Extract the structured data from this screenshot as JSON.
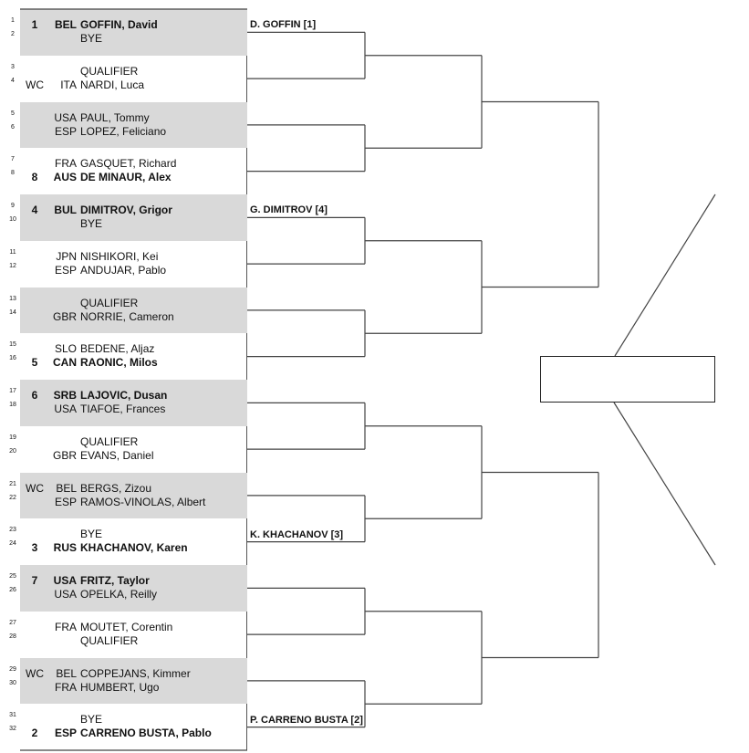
{
  "draw": [
    {
      "num": "1",
      "seed": "1",
      "country": "BEL",
      "name": "GOFFIN, David",
      "bold": true
    },
    {
      "num": "2",
      "seed": "",
      "country": "",
      "name": "BYE",
      "bold": false
    },
    {
      "num": "3",
      "seed": "",
      "country": "",
      "name": "QUALIFIER",
      "bold": false
    },
    {
      "num": "4",
      "seed": "WC",
      "country": "ITA",
      "name": "NARDI, Luca",
      "bold": false
    },
    {
      "num": "5",
      "seed": "",
      "country": "USA",
      "name": "PAUL, Tommy",
      "bold": false
    },
    {
      "num": "6",
      "seed": "",
      "country": "ESP",
      "name": "LOPEZ, Feliciano",
      "bold": false
    },
    {
      "num": "7",
      "seed": "",
      "country": "FRA",
      "name": "GASQUET, Richard",
      "bold": false
    },
    {
      "num": "8",
      "seed": "8",
      "country": "AUS",
      "name": "DE MINAUR, Alex",
      "bold": true
    },
    {
      "num": "9",
      "seed": "4",
      "country": "BUL",
      "name": "DIMITROV, Grigor",
      "bold": true
    },
    {
      "num": "10",
      "seed": "",
      "country": "",
      "name": "BYE",
      "bold": false
    },
    {
      "num": "11",
      "seed": "",
      "country": "JPN",
      "name": "NISHIKORI, Kei",
      "bold": false
    },
    {
      "num": "12",
      "seed": "",
      "country": "ESP",
      "name": "ANDUJAR, Pablo",
      "bold": false
    },
    {
      "num": "13",
      "seed": "",
      "country": "",
      "name": "QUALIFIER",
      "bold": false
    },
    {
      "num": "14",
      "seed": "",
      "country": "GBR",
      "name": "NORRIE, Cameron",
      "bold": false
    },
    {
      "num": "15",
      "seed": "",
      "country": "SLO",
      "name": "BEDENE, Aljaz",
      "bold": false
    },
    {
      "num": "16",
      "seed": "5",
      "country": "CAN",
      "name": "RAONIC, Milos",
      "bold": true
    },
    {
      "num": "17",
      "seed": "6",
      "country": "SRB",
      "name": "LAJOVIC, Dusan",
      "bold": true
    },
    {
      "num": "18",
      "seed": "",
      "country": "USA",
      "name": "TIAFOE, Frances",
      "bold": false
    },
    {
      "num": "19",
      "seed": "",
      "country": "",
      "name": "QUALIFIER",
      "bold": false
    },
    {
      "num": "20",
      "seed": "",
      "country": "GBR",
      "name": "EVANS, Daniel",
      "bold": false
    },
    {
      "num": "21",
      "seed": "WC",
      "country": "BEL",
      "name": "BERGS, Zizou",
      "bold": false
    },
    {
      "num": "22",
      "seed": "",
      "country": "ESP",
      "name": "RAMOS-VINOLAS, Albert",
      "bold": false
    },
    {
      "num": "23",
      "seed": "",
      "country": "",
      "name": "BYE",
      "bold": false
    },
    {
      "num": "24",
      "seed": "3",
      "country": "RUS",
      "name": "KHACHANOV, Karen",
      "bold": true
    },
    {
      "num": "25",
      "seed": "7",
      "country": "USA",
      "name": "FRITZ, Taylor",
      "bold": true
    },
    {
      "num": "26",
      "seed": "",
      "country": "USA",
      "name": "OPELKA, Reilly",
      "bold": false
    },
    {
      "num": "27",
      "seed": "",
      "country": "FRA",
      "name": "MOUTET, Corentin",
      "bold": false
    },
    {
      "num": "28",
      "seed": "",
      "country": "",
      "name": "QUALIFIER",
      "bold": false
    },
    {
      "num": "29",
      "seed": "WC",
      "country": "BEL",
      "name": "COPPEJANS, Kimmer",
      "bold": false
    },
    {
      "num": "30",
      "seed": "",
      "country": "FRA",
      "name": "HUMBERT, Ugo",
      "bold": false
    },
    {
      "num": "31",
      "seed": "",
      "country": "",
      "name": "BYE",
      "bold": false
    },
    {
      "num": "32",
      "seed": "2",
      "country": "ESP",
      "name": "CARRENO BUSTA, Pablo",
      "bold": true
    }
  ],
  "second_round": [
    {
      "match": 1,
      "label": "D. GOFFIN [1]"
    },
    {
      "match": 5,
      "label": "G. DIMITROV [4]"
    },
    {
      "match": 12,
      "label": "K. KHACHANOV [3]"
    },
    {
      "match": 16,
      "label": "P. CARRENO BUSTA [2]"
    }
  ],
  "final": {
    "label": ""
  },
  "colors": {
    "shade": "#d9d9d9",
    "line": "#444444"
  }
}
